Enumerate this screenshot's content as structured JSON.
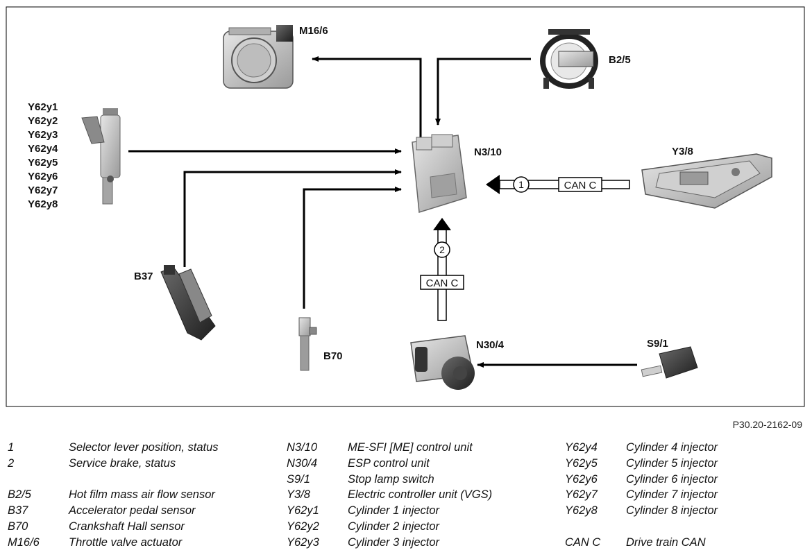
{
  "diagram": {
    "components": {
      "m16_6": "M16/6",
      "b2_5": "B2/5",
      "n3_10": "N3/10",
      "y3_8": "Y3/8",
      "b37": "B37",
      "b70": "B70",
      "n30_4": "N30/4",
      "s9_1": "S9/1",
      "injectors": [
        "Y62y1",
        "Y62y2",
        "Y62y3",
        "Y62y4",
        "Y62y5",
        "Y62y6",
        "Y62y7",
        "Y62y8"
      ]
    },
    "signals": {
      "can_label_1": "CAN C",
      "can_label_2": "CAN C",
      "signal_1": "1",
      "signal_2": "2"
    }
  },
  "figure_ref": "P30.20-2162-09",
  "legend": {
    "col1": [
      {
        "code": "1",
        "desc": "Selector lever position, status"
      },
      {
        "code": "2",
        "desc": "Service brake, status"
      },
      {
        "code": "B2/5",
        "desc": "Hot film mass air flow sensor"
      },
      {
        "code": "B37",
        "desc": "Accelerator pedal sensor"
      },
      {
        "code": "B70",
        "desc": "Crankshaft Hall sensor"
      },
      {
        "code": "M16/6",
        "desc": "Throttle valve actuator"
      }
    ],
    "col2": [
      {
        "code": "N3/10",
        "desc": "ME-SFI [ME] control unit"
      },
      {
        "code": "N30/4",
        "desc": "ESP control unit"
      },
      {
        "code": "S9/1",
        "desc": "Stop lamp switch"
      },
      {
        "code": "Y3/8",
        "desc": "Electric controller unit (VGS)"
      },
      {
        "code": "Y62y1",
        "desc": "Cylinder 1 injector"
      },
      {
        "code": "Y62y2",
        "desc": "Cylinder 2 injector"
      },
      {
        "code": "Y62y3",
        "desc": "Cylinder 3 injector"
      }
    ],
    "col3": [
      {
        "code": "Y62y4",
        "desc": "Cylinder 4 injector"
      },
      {
        "code": "Y62y5",
        "desc": "Cylinder 5 injector"
      },
      {
        "code": "Y62y6",
        "desc": "Cylinder 6 injector"
      },
      {
        "code": "Y62y7",
        "desc": "Cylinder 7 injector"
      },
      {
        "code": "Y62y8",
        "desc": "Cylinder 8 injector"
      },
      {
        "code": "CAN C",
        "desc": "Drive train CAN"
      }
    ]
  }
}
